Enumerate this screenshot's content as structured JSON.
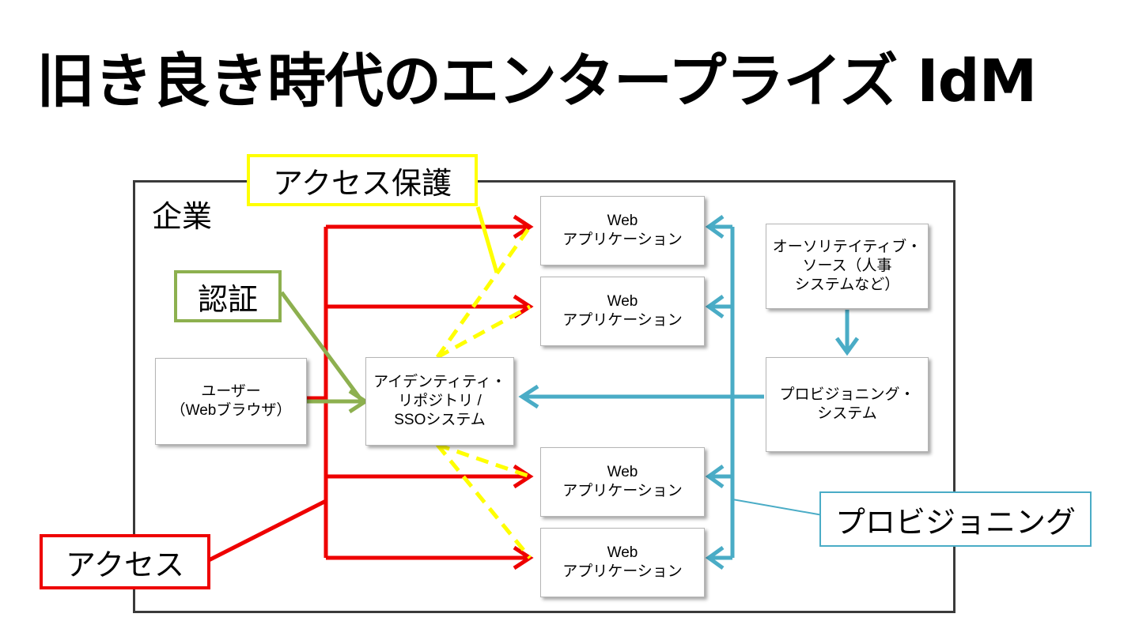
{
  "title": "旧き良き時代のエンタープライズ IdM",
  "diagram": {
    "enterprise_label": "企業",
    "callouts": {
      "access_protection": "アクセス保護",
      "authentication": "認証",
      "access": "アクセス",
      "provisioning": "プロビジョニング"
    },
    "nodes": {
      "user": [
        "ユーザー",
        "（Webブラウザ）"
      ],
      "identity_repo": [
        "アイデンティティ・",
        "リポジトリ /",
        "SSOシステム"
      ],
      "web_app_1": [
        "Web",
        "アプリケーション"
      ],
      "web_app_2": [
        "Web",
        "アプリケーション"
      ],
      "web_app_3": [
        "Web",
        "アプリケーション"
      ],
      "web_app_4": [
        "Web",
        "アプリケーション"
      ],
      "authoritative_source": [
        "オーソリテイティブ・",
        "ソース（人事",
        "システムなど）"
      ],
      "provisioning_system": [
        "プロビジョニング・",
        "システム"
      ]
    },
    "colors": {
      "access": "#ee0000",
      "access_protection": "#ffff00",
      "authentication": "#8db04f",
      "provisioning": "#4aacc6"
    }
  }
}
